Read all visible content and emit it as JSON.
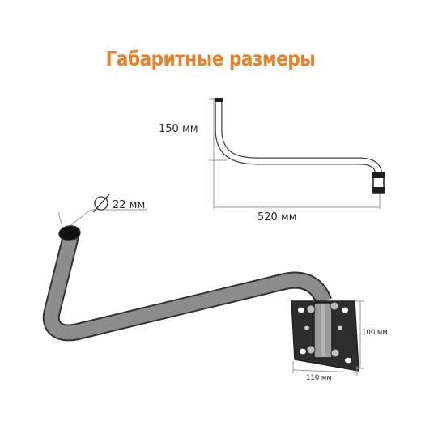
{
  "title": "Габаритные размеры",
  "dimensions": {
    "height": "150 мм",
    "length": "520 мм",
    "diameter_symbol": "⌀",
    "diameter": "22 мм",
    "plate_height": "100 мм",
    "plate_width": "110 мм"
  },
  "colors": {
    "title": "#e8812a",
    "tube": "#8c8c8c",
    "plate": "#2d2d2d",
    "outline": "#333333",
    "dimension_line": "#9a9a9a"
  }
}
